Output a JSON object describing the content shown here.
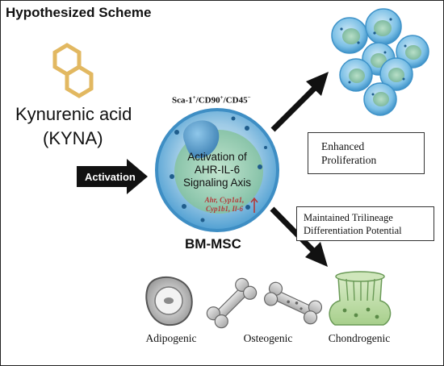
{
  "header": {
    "title": "Hypothesized Scheme"
  },
  "kyna": {
    "name": "Kynurenic acid",
    "abbr": "(KYNA)"
  },
  "activation": {
    "label": "Activation"
  },
  "cell": {
    "markers_main": "Sca-1",
    "markers_sup1": "+",
    "markers_mid1": "/CD90",
    "markers_sup2": "+",
    "markers_mid2": "/CD45",
    "markers_sup3": "−",
    "axis_label": "Activation of AHR-IL-6 Signaling Axis",
    "genes_line1": "Ahr, Cyp1a1,",
    "genes_line2": "Cyp1b1, Il-6",
    "name": "BM-MSC"
  },
  "outcomes": {
    "proliferation_line1": "Enhanced",
    "proliferation_line2": "Proliferation",
    "trilineage_line1": "Maintained Trilineage",
    "trilineage_line2": "Differentiation Potential"
  },
  "lineages": {
    "adipogenic": "Adipogenic",
    "osteogenic": "Osteogenic",
    "chondrogenic": "Chondrogenic"
  },
  "colors": {
    "cell_outer": "#4f9fd2",
    "cell_inner": "#8cc9a8",
    "nucleus": "#4a8fbf",
    "hexagon": "#e2b861",
    "arrow": "#111111",
    "gene_text": "#b33a3a"
  }
}
